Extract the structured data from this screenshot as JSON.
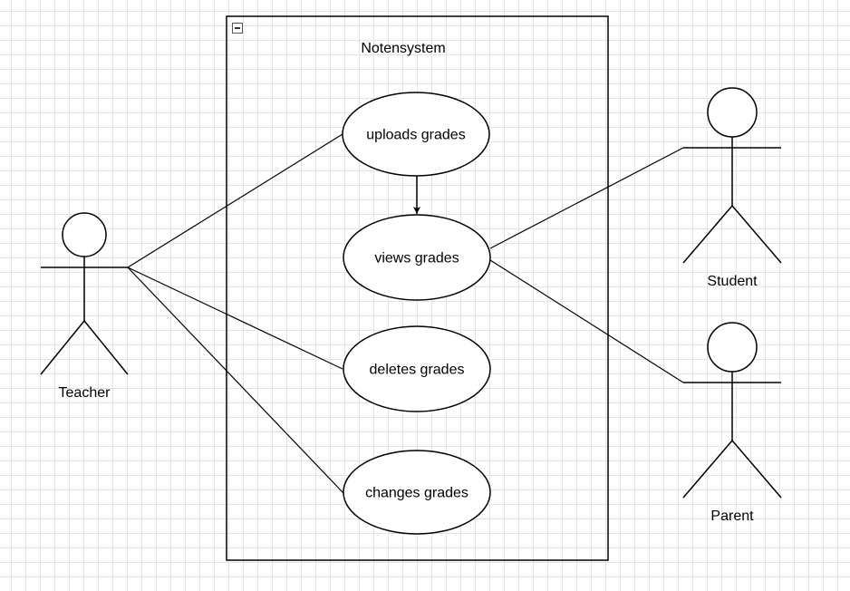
{
  "diagram": {
    "system": {
      "title": "Notensystem"
    },
    "use_cases": [
      {
        "id": "uploads",
        "label": "uploads grades"
      },
      {
        "id": "views",
        "label": "views grades"
      },
      {
        "id": "deletes",
        "label": "deletes grades"
      },
      {
        "id": "changes",
        "label": "changes grades"
      }
    ],
    "actors": [
      {
        "id": "teacher",
        "label": "Teacher"
      },
      {
        "id": "student",
        "label": "Student"
      },
      {
        "id": "parent",
        "label": "Parent"
      }
    ],
    "associations": [
      {
        "from": "teacher",
        "to": "uploads"
      },
      {
        "from": "teacher",
        "to": "deletes"
      },
      {
        "from": "teacher",
        "to": "changes"
      },
      {
        "from": "student",
        "to": "views"
      },
      {
        "from": "parent",
        "to": "views"
      }
    ],
    "flows": [
      {
        "from": "uploads",
        "to": "views"
      }
    ]
  }
}
